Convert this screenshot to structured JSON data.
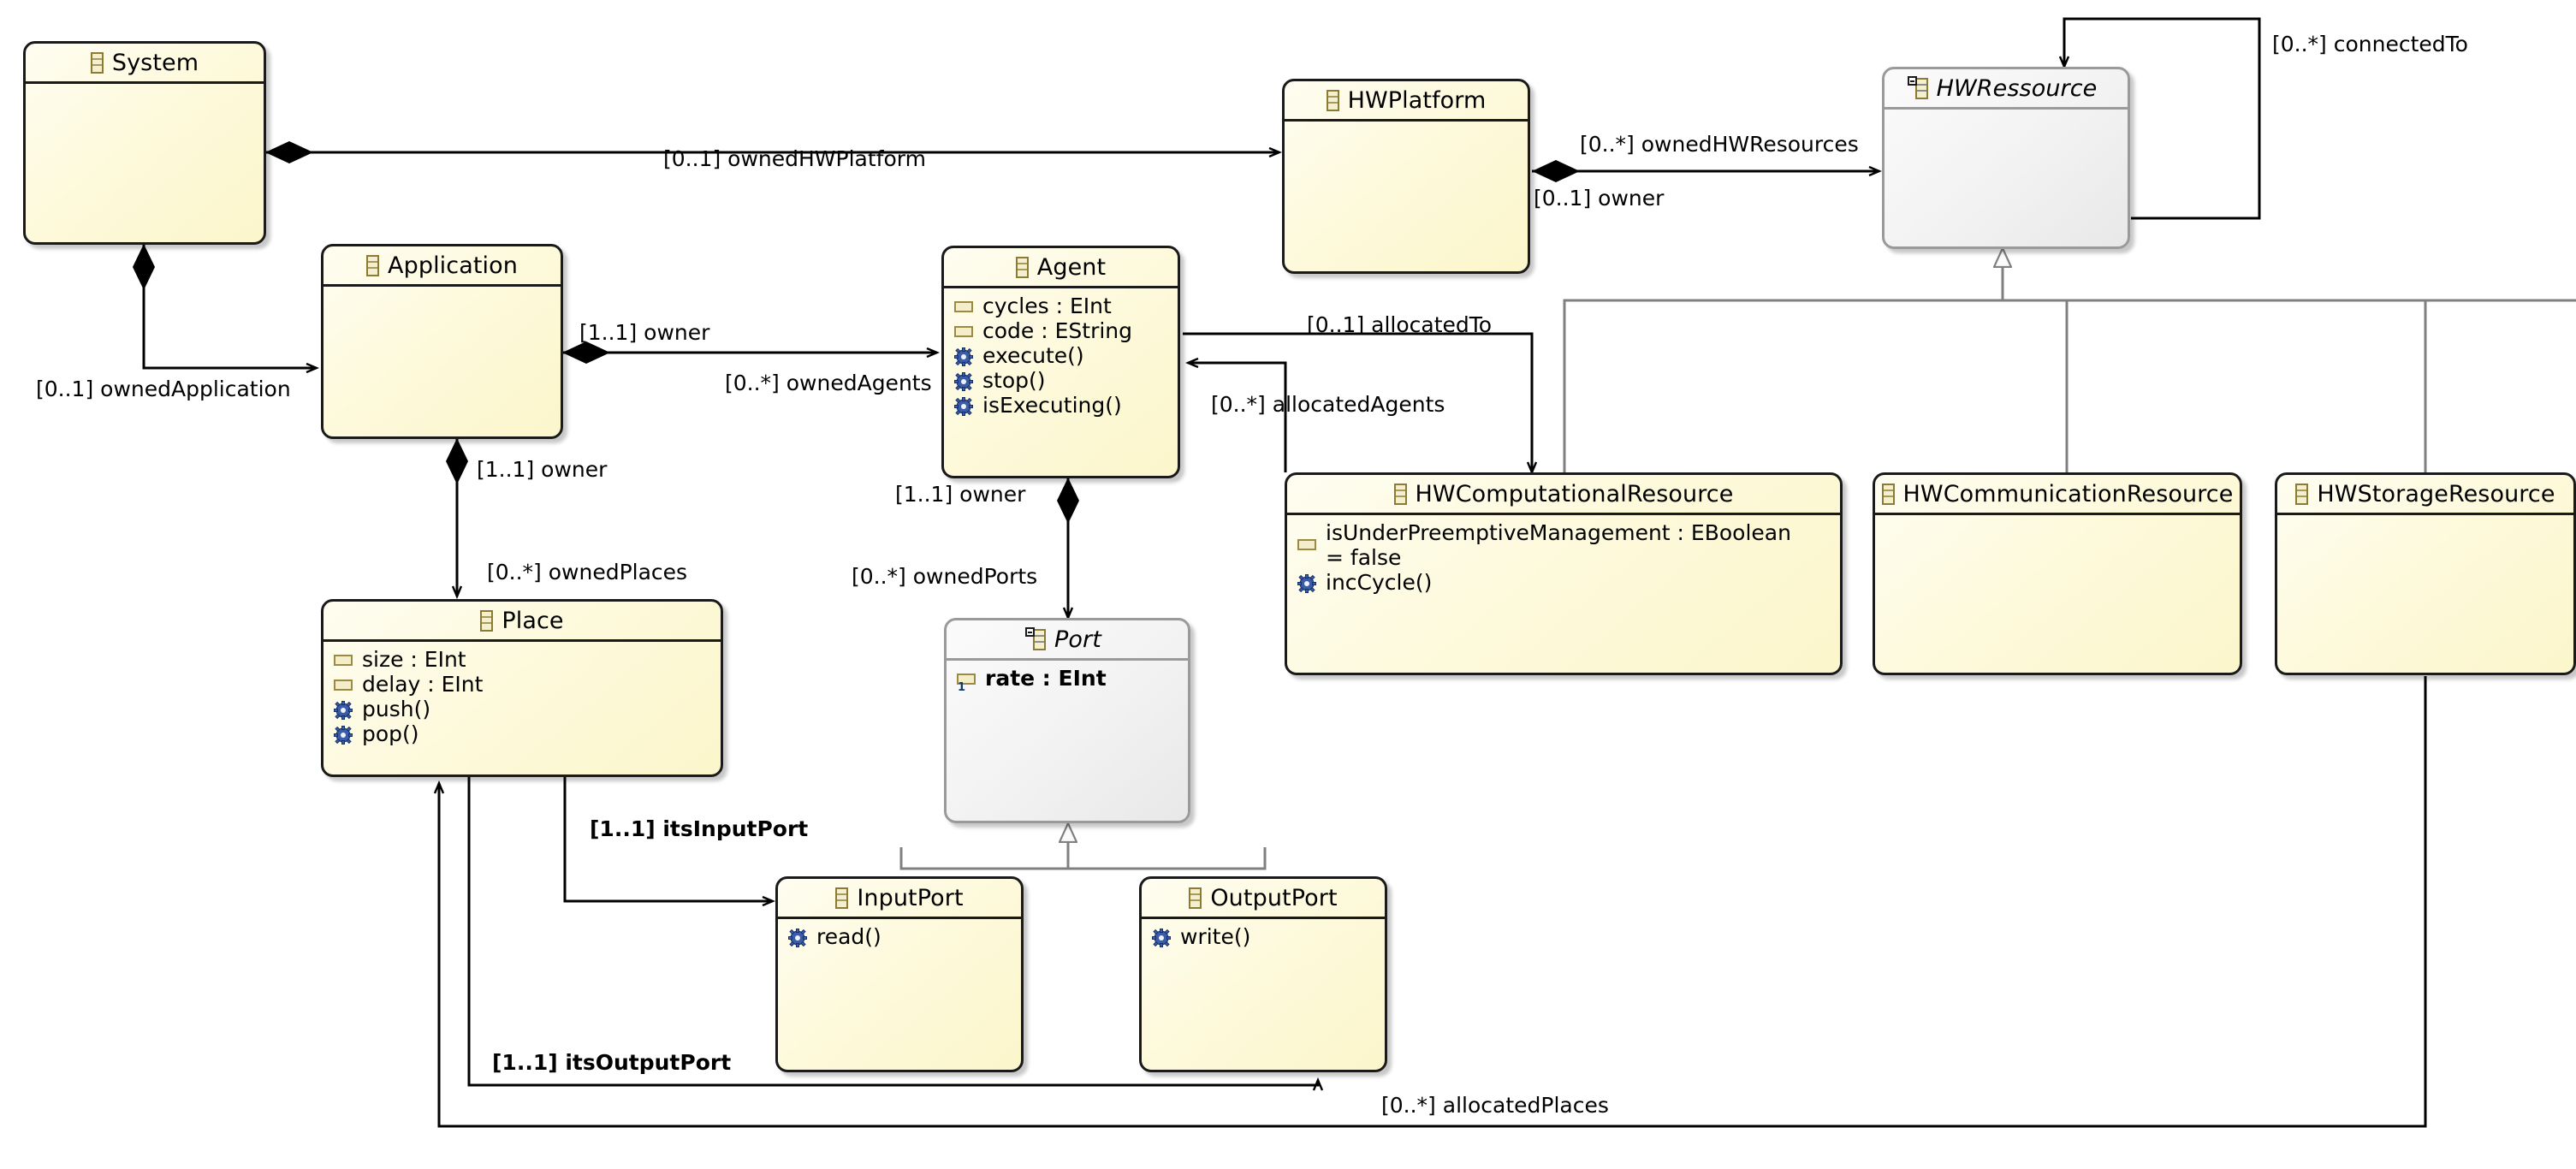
{
  "diagram": {
    "kind": "uml-class-diagram",
    "palette": {
      "class_fill": "#fdf9d9",
      "class_border": "#1a1a1a",
      "abstract_fill": "#f1f1f1",
      "abstract_border": "#9a9a9a",
      "edge": "#000000",
      "generalization_edge": "#808080",
      "attribute_icon": "#f3eec9",
      "operation_icon": "#3b5da8",
      "background": "#ffffff"
    }
  },
  "classes": [
    {
      "id": "system",
      "name": "System",
      "abstract": false,
      "icon": "class-icon",
      "attributes": [],
      "operations": []
    },
    {
      "id": "application",
      "name": "Application",
      "abstract": false,
      "icon": "class-icon",
      "attributes": [],
      "operations": []
    },
    {
      "id": "agent",
      "name": "Agent",
      "abstract": false,
      "icon": "class-icon",
      "attributes": [
        "cycles : EInt",
        "code : EString"
      ],
      "operations": [
        "execute()",
        "stop()",
        "isExecuting()"
      ]
    },
    {
      "id": "place",
      "name": "Place",
      "abstract": false,
      "icon": "class-icon",
      "attributes": [
        "size : EInt",
        "delay : EInt"
      ],
      "operations": [
        "push()",
        "pop()"
      ]
    },
    {
      "id": "port",
      "name": "Port",
      "abstract": true,
      "icon": "class-icon",
      "attributes": [
        "rate : EInt"
      ],
      "attribute_bound": "1",
      "operations": []
    },
    {
      "id": "inputport",
      "name": "InputPort",
      "abstract": false,
      "icon": "class-icon",
      "attributes": [],
      "operations": [
        "read()"
      ]
    },
    {
      "id": "outputport",
      "name": "OutputPort",
      "abstract": false,
      "icon": "class-icon",
      "attributes": [],
      "operations": [
        "write()"
      ]
    },
    {
      "id": "hwplatform",
      "name": "HWPlatform",
      "abstract": false,
      "icon": "class-icon",
      "attributes": [],
      "operations": []
    },
    {
      "id": "hwressource",
      "name": "HWRessource",
      "abstract": true,
      "icon": "class-icon",
      "attributes": [],
      "operations": []
    },
    {
      "id": "hwcomputationalresource",
      "name": "HWComputationalResource",
      "abstract": false,
      "icon": "class-icon",
      "attributes": [
        "isUnderPreemptiveManagement : EBoolean",
        "= false"
      ],
      "operations": [
        "incCycle()"
      ]
    },
    {
      "id": "hwcommunicationresource",
      "name": "HWCommunicationResource",
      "abstract": false,
      "icon": "class-icon",
      "attributes": [],
      "operations": []
    },
    {
      "id": "hwstorageresource",
      "name": "HWStorageResource",
      "abstract": false,
      "icon": "class-icon",
      "attributes": [],
      "operations": []
    }
  ],
  "edge_labels": {
    "owned_hw_platform": "[0..1] ownedHWPlatform",
    "owned_hw_resources": "[0..*] ownedHWResources",
    "hw_owner": "[0..1] owner",
    "connected_to": "[0..*] connectedTo",
    "owned_application": "[0..1] ownedApplication",
    "app_owner": "[1..1] owner",
    "owned_agents": "[0..*] ownedAgents",
    "allocated_to": "[0..1] allocatedTo",
    "allocated_agents": "[0..*] allocatedAgents",
    "place_owner": "[1..1] owner",
    "owned_places": "[0..*] ownedPlaces",
    "agent_owner": "[1..1] owner",
    "owned_ports": "[0..*] ownedPorts",
    "its_input_port": "[1..1] itsInputPort",
    "its_output_port": "[1..1] itsOutputPort",
    "allocated_places": "[0..*] allocatedPlaces"
  }
}
